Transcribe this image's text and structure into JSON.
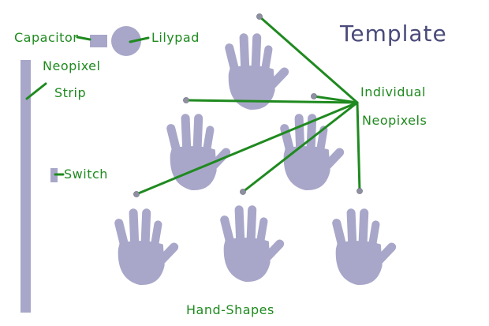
{
  "title": "Template",
  "labels": {
    "capacitor": "Capacitor",
    "lilypad": "Lilypad",
    "neopixel": "Neopixel",
    "strip": "Strip",
    "switch": "Switch",
    "individual": "Individual",
    "neopixels": "Neopixels",
    "hand_shapes": "Hand-Shapes"
  },
  "colors": {
    "shape": "#a8a7c9",
    "connector": "#1f8a1f",
    "label": "#1f8a1f",
    "title": "#4a4a7a",
    "dot": "#8e8fa0"
  }
}
